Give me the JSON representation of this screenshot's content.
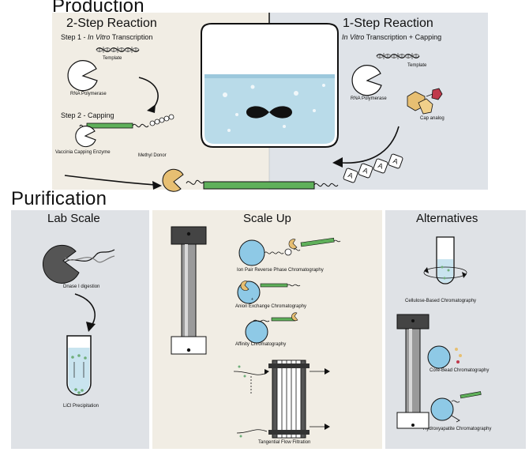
{
  "production": {
    "title": "Production",
    "two_step": {
      "title": "2-Step Reaction",
      "step1": "Step 1 - ",
      "step1_italic": "In Vitro",
      "step1_rest": " Transcription",
      "template": "Template",
      "rna_polymerase": "RNA Polymerase",
      "step2": "Step 2 - Capping",
      "capping_enzyme": "Vaccinia Capping Enzyme",
      "methyl_donor": "Methyl Donor"
    },
    "one_step": {
      "title": "1-Step Reaction",
      "subtitle_italic": "In Vitro",
      "subtitle_rest": " Transcription + Capping",
      "template": "Template",
      "rna_polymerase": "RNA Polymerase",
      "cap_analog": "Cap analog",
      "polyA": [
        "A",
        "A",
        "A",
        "A"
      ]
    }
  },
  "purification": {
    "title": "Purification",
    "lab_scale": {
      "title": "Lab Scale",
      "dnase": "Dnase I digestion",
      "licl": "LiCl Precipitation"
    },
    "scale_up": {
      "title": "Scale Up",
      "ip_rp": "Ion Pair Reverse Phase Chromatography",
      "anion": "Anion Exchange Chromatography",
      "affinity": "Affinity Chromatography",
      "tff": "Tangential Flow Filtration"
    },
    "alternatives": {
      "title": "Alternatives",
      "cellulose": "Cellulose-Based Chromatography",
      "core_bead": "Core-Bead Chromatography",
      "hydroxyapatite": "Hydroxyapatite Chromatography"
    }
  },
  "colors": {
    "left_bg": "#f1ede4",
    "right_bg": "#dfe3e8",
    "panel_bg": "#dfe2e6",
    "mrna_green": "#5fb05a",
    "enzyme_tan": "#e7bf72",
    "cap_red": "#c0394b",
    "liquid_blue": "#b9dbe9",
    "bead_blue": "#8ec9e6"
  }
}
